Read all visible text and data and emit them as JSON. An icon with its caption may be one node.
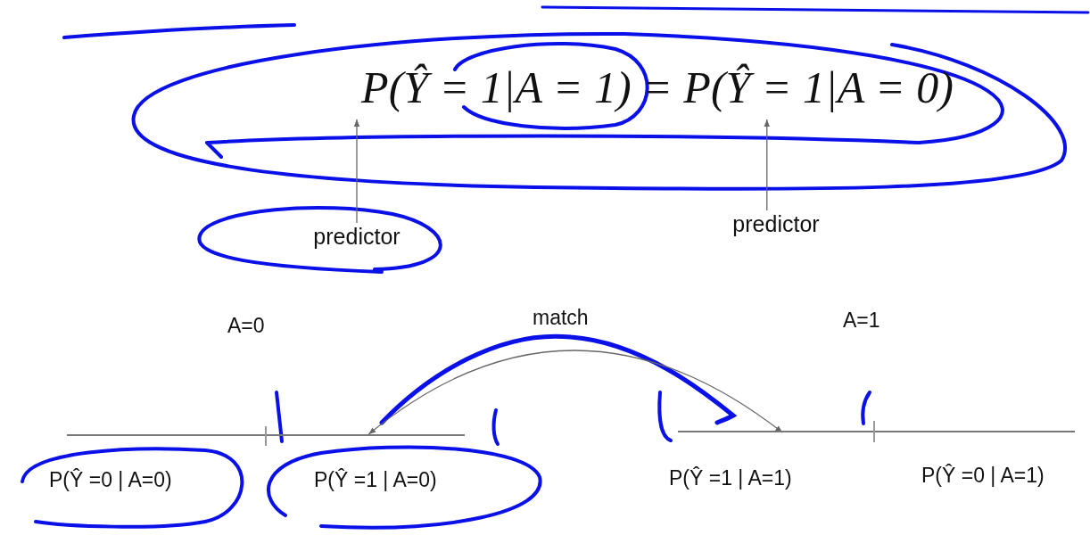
{
  "diagram": {
    "nodes": [
      {
        "text": [
          "P(Ŷ = 1|A = 1) = P(Ŷ = 1|A = 0)"
        ]
      },
      {
        "text": [
          "predictor"
        ]
      },
      {
        "text": [
          "predictor"
        ]
      },
      {
        "text": [],
        "shape": "bar",
        "beside": [
          "P(Ŷ =0 | A=0)"
        ]
      },
      {
        "text": [],
        "shape": "bar",
        "beside": [
          "P(Ŷ =1 | A=0)"
        ]
      },
      {
        "text": [],
        "shape": "bar",
        "beside": [
          "P(Ŷ =1 | A=1)"
        ]
      },
      {
        "text": [],
        "shape": "bar",
        "beside": [
          "P(Ŷ =0 | A=1)"
        ]
      }
    ],
    "edges": [
      {
        "from": 1,
        "to": 0,
        "arrow": "to"
      },
      {
        "from": 2,
        "to": 0,
        "arrow": "to"
      },
      {
        "from": 5,
        "to": 4,
        "arrow": "both",
        "label": "match"
      }
    ],
    "labels": [
      "A=0",
      "A=1"
    ]
  }
}
